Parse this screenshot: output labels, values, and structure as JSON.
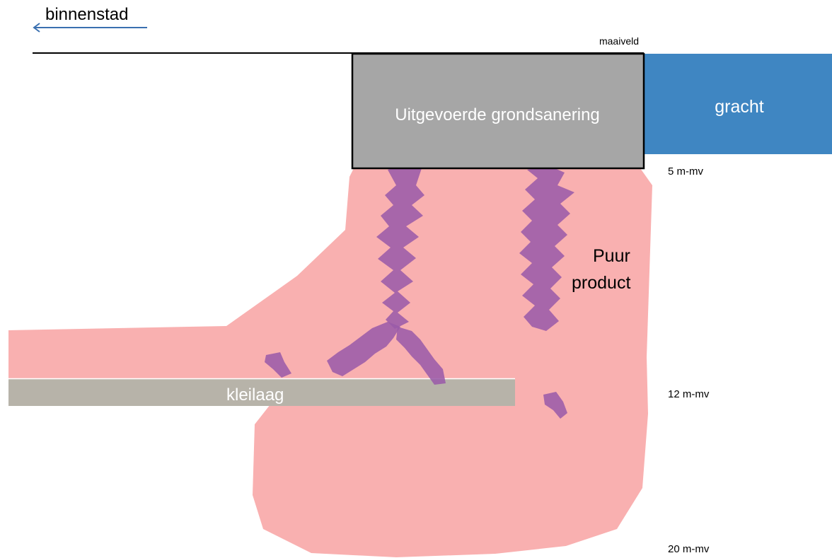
{
  "labels": {
    "direction": "binnenstad",
    "surface": "maaiveld",
    "excavation": "Uitgevoerde grondsanering",
    "canal": "gracht",
    "clay": "kleilaag",
    "product_line1": "Puur",
    "product_line2": "product"
  },
  "depths": {
    "d5": "5 m-mv",
    "d12": "12 m-mv",
    "d20": "20 m-mv"
  },
  "colors": {
    "contamination": "#f9b0b0",
    "pure_product": "#9b5ba8",
    "excavation": "#a6a6a6",
    "canal": "#3f86c2",
    "clay": "#b7b3a9",
    "arrow": "#3a70b0"
  }
}
